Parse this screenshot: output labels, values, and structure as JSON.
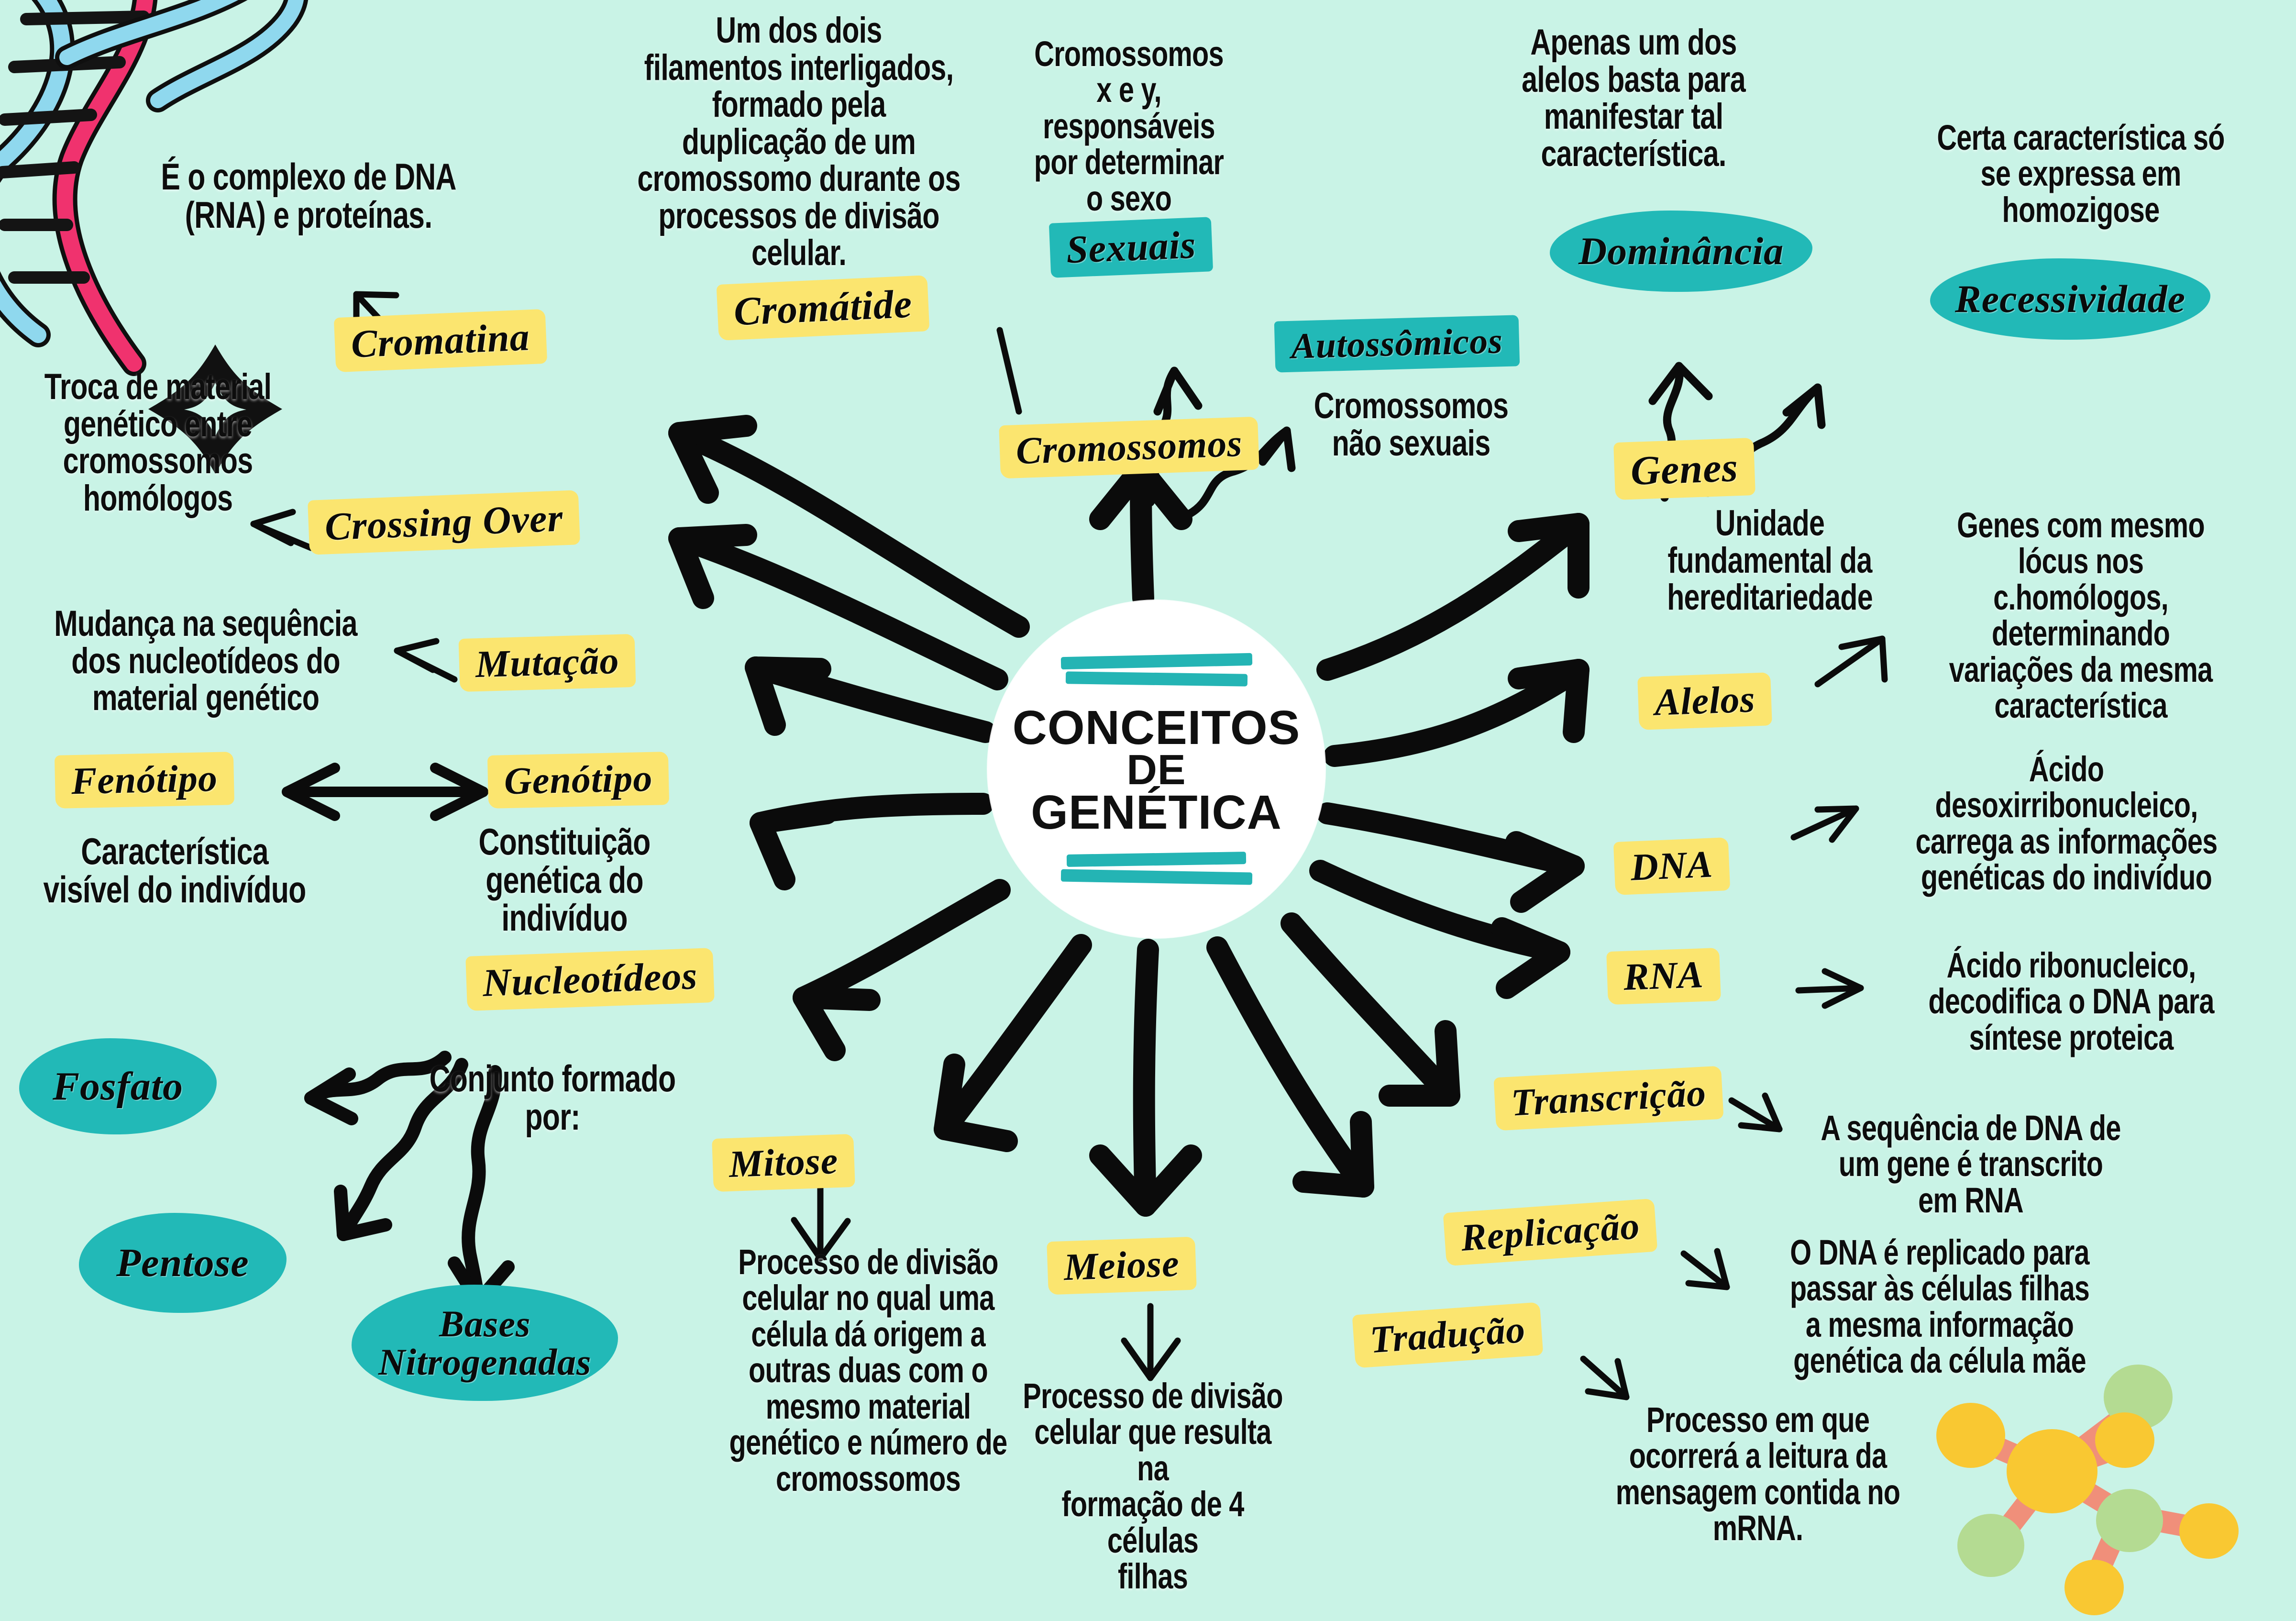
{
  "canvas": {
    "background_color": "#c9f3e6",
    "accent_yellow": "#fbe56f",
    "accent_teal": "#22b9b7",
    "ink": "#0d0d0d"
  },
  "center": {
    "line1": "CONCEITOS",
    "line2": "DE",
    "line3": "GENÉTICA"
  },
  "nodes": {
    "cromatina": {
      "label": "Cromatina",
      "style": "yellow"
    },
    "crossing_over": {
      "label": "Crossing Over",
      "style": "yellow"
    },
    "mutacao": {
      "label": "Mutação",
      "style": "yellow"
    },
    "fenotipo": {
      "label": "Fenótipo",
      "style": "yellow"
    },
    "genotipo": {
      "label": "Genótipo",
      "style": "yellow"
    },
    "nucleotideos": {
      "label": "Nucleotídeos",
      "style": "yellow"
    },
    "cromatide": {
      "label": "Cromátide",
      "style": "yellow"
    },
    "cromossomos": {
      "label": "Cromossomos",
      "style": "yellow"
    },
    "sexuais": {
      "label": "Sexuais",
      "style": "teal"
    },
    "autossomicos": {
      "label": "Autossômicos",
      "style": "teal"
    },
    "dominancia": {
      "label": "Dominância",
      "style": "teal"
    },
    "recessividade": {
      "label": "Recessividade",
      "style": "teal"
    },
    "genes": {
      "label": "Genes",
      "style": "yellow"
    },
    "alelos": {
      "label": "Alelos",
      "style": "yellow"
    },
    "dna": {
      "label": "DNA",
      "style": "yellow"
    },
    "rna": {
      "label": "RNA",
      "style": "yellow"
    },
    "transcricao": {
      "label": "Transcrição",
      "style": "yellow"
    },
    "replicacao": {
      "label": "Replicação",
      "style": "yellow"
    },
    "traducao": {
      "label": "Tradução",
      "style": "yellow"
    },
    "mitose": {
      "label": "Mitose",
      "style": "yellow"
    },
    "meiose": {
      "label": "Meiose",
      "style": "yellow"
    },
    "fosfato": {
      "label": "Fosfato",
      "style": "teal"
    },
    "pentose": {
      "label": "Pentose",
      "style": "teal"
    },
    "bases_nitrogenadas": {
      "label": "Bases\nNitrogenadas",
      "style": "teal"
    }
  },
  "descriptions": {
    "cromatina": "É o complexo de DNA\n(RNA) e proteínas.",
    "crossing_over": "Troca de material\ngenético entre\ncromossomos\nhomólogos",
    "mutacao": "Mudança na sequência\ndos nucleotídeos do\nmaterial genético",
    "fenotipo": "Característica\nvisível do indivíduo",
    "genotipo": "Constituição\ngenética do\nindivíduo",
    "nucleotideos": "Conjunto formado\npor:",
    "cromatide": "Um dos dois\nfilamentos interligados,\nformado pela\nduplicação de um\ncromossomo durante os\nprocessos de divisão\ncelular.",
    "sexuais": "Cromossomos\nx e y,\nresponsáveis\npor determinar\no sexo",
    "autossomicos": "Cromossomos\nnão sexuais",
    "dominancia": "Apenas um dos\nalelos basta para\nmanifestar tal\ncaracterística.",
    "recessividade": "Certa característica só\nse expressa em\nhomozigose",
    "genes": "Unidade\nfundamental da\nhereditariedade",
    "alelos": "Genes com mesmo\nlócus nos\nc.homólogos,\ndeterminando\nvariações da mesma\ncaracterística",
    "dna": "Ácido\ndesoxirribonucleico,\ncarrega as informações\ngenéticas do indivíduo",
    "rna": "Ácido ribonucleico,\ndecodifica o DNA para\nsíntese proteica",
    "transcricao": "A sequência de DNA de\num gene é transcrito\nem RNA",
    "replicacao": "O DNA é replicado para\npassar às células filhas\na mesma informação\ngenética da célula mãe",
    "traducao": "Processo em que\nocorrerá a leitura da\nmensagem contida no\nmRNA.",
    "mitose": "Processo de divisão\ncelular no qual uma\ncélula dá origem a\noutras duas com o\nmesmo material\ngenético e número de\ncromossomos",
    "meiose": "Processo de divisão\ncelular que resulta na\nformação de 4 células\nfilhas"
  },
  "decorations": {
    "dna_helix": "dna-helix-illustration",
    "molecule": "molecule-illustration",
    "sparkle": "sparkle-icon"
  }
}
